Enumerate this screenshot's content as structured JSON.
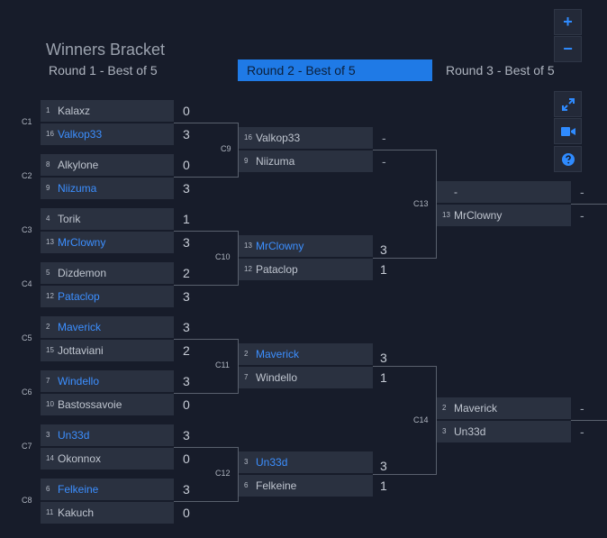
{
  "title": "Winners Bracket",
  "rounds": [
    {
      "label": "Round 1 - Best of 5"
    },
    {
      "label": "Round 2 - Best of 5"
    },
    {
      "label": "Round 3 - Best of 5"
    }
  ],
  "toolbar": {
    "zoom_in_icon": "+",
    "zoom_out_icon": "−"
  },
  "sidebar_tools": [
    "expand-icon",
    "video-icon",
    "help-icon"
  ],
  "round1": [
    {
      "code": "C1",
      "p1": {
        "seed": "1",
        "name": "Kalaxz",
        "score": "0"
      },
      "p2": {
        "seed": "16",
        "name": "Valkop33",
        "score": "3"
      }
    },
    {
      "code": "C2",
      "p1": {
        "seed": "8",
        "name": "Alkylone",
        "score": "0"
      },
      "p2": {
        "seed": "9",
        "name": "Niizuma",
        "score": "3"
      }
    },
    {
      "code": "C3",
      "p1": {
        "seed": "4",
        "name": "Torik",
        "score": "1"
      },
      "p2": {
        "seed": "13",
        "name": "MrClowny",
        "score": "3"
      }
    },
    {
      "code": "C4",
      "p1": {
        "seed": "5",
        "name": "Dizdemon",
        "score": "2"
      },
      "p2": {
        "seed": "12",
        "name": "Pataclop",
        "score": "3"
      }
    },
    {
      "code": "C5",
      "p1": {
        "seed": "2",
        "name": "Maverick",
        "score": "3"
      },
      "p2": {
        "seed": "15",
        "name": "Jottaviani",
        "score": "2"
      }
    },
    {
      "code": "C6",
      "p1": {
        "seed": "7",
        "name": "Windello",
        "score": "3"
      },
      "p2": {
        "seed": "10",
        "name": "Bastossavoie",
        "score": "0"
      }
    },
    {
      "code": "C7",
      "p1": {
        "seed": "3",
        "name": "Un33d",
        "score": "3"
      },
      "p2": {
        "seed": "14",
        "name": "Okonnox",
        "score": "0"
      }
    },
    {
      "code": "C8",
      "p1": {
        "seed": "6",
        "name": "Felkeine",
        "score": "3"
      },
      "p2": {
        "seed": "11",
        "name": "Kakuch",
        "score": "0"
      }
    }
  ],
  "round2": [
    {
      "code": "C9",
      "p1": {
        "seed": "16",
        "name": "Valkop33",
        "score": "-"
      },
      "p2": {
        "seed": "9",
        "name": "Niizuma",
        "score": "-"
      }
    },
    {
      "code": "C10",
      "p1": {
        "seed": "13",
        "name": "MrClowny",
        "score": "3"
      },
      "p2": {
        "seed": "12",
        "name": "Pataclop",
        "score": "1"
      }
    },
    {
      "code": "C11",
      "p1": {
        "seed": "2",
        "name": "Maverick",
        "score": "3"
      },
      "p2": {
        "seed": "7",
        "name": "Windello",
        "score": "1"
      }
    },
    {
      "code": "C12",
      "p1": {
        "seed": "3",
        "name": "Un33d",
        "score": "3"
      },
      "p2": {
        "seed": "6",
        "name": "Felkeine",
        "score": "1"
      }
    }
  ],
  "round3": [
    {
      "code": "C13",
      "p1": {
        "seed": "",
        "name": "-",
        "score": "-"
      },
      "p2": {
        "seed": "13",
        "name": "MrClowny",
        "score": "-"
      }
    },
    {
      "code": "C14",
      "p1": {
        "seed": "2",
        "name": "Maverick",
        "score": "-"
      },
      "p2": {
        "seed": "3",
        "name": "Un33d",
        "score": "-"
      }
    }
  ]
}
